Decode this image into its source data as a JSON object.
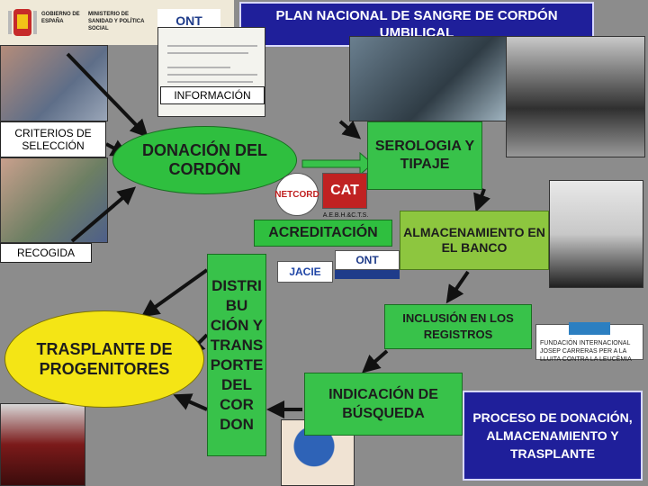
{
  "title": "PLAN NACIONAL DE SANGRE DE CORDÓN UMBILICAL",
  "labels": {
    "informacion": "INFORMACIÓN",
    "criterios": "CRITERIOS DE SELECCIÓN",
    "recogida": "RECOGIDA"
  },
  "nodes": {
    "donacion": "DONACIÓN DEL CORDÓN",
    "serologia": "SEROLOGIA Y TIPAJE",
    "acreditacion": "ACREDITACIÓN",
    "almacenamiento": "ALMACENAMIENTO EN EL BANCO",
    "distribucion": "DISTRI BU CIÓN Y TRANS PORTE DEL COR DON",
    "inclusion": "INCLUSIÓN EN LOS REGISTROS",
    "indicacion": "INDICACIÓN DE BÚSQUEDA",
    "trasplante": "TRASPLANTE DE PROGENITORES",
    "proceso": "PROCESO DE DONACIÓN, ALMACENAMIENTO Y TRASPLANTE"
  },
  "logos": {
    "gobierno": "GOBIERNO DE ESPAÑA",
    "ministerio": "MINISTERIO DE SANIDAD Y POLÍTICA SOCIAL",
    "ont": "ONT",
    "netcord": "NETCORD",
    "cat": "CAT",
    "cat_sub": "A.E.B.H.&C.T.S.",
    "jacie": "JACIE",
    "ont_small": "ONT",
    "carreras": "FUNDACIÓN INTERNACIONAL JOSEP CARRERAS PER A LA LLUITA CONTRA LA LEUCÈMIA"
  },
  "colors": {
    "background": "#8c8c8c",
    "title_bg": "#1f1f9a",
    "green": "#38c24a",
    "light_green": "#8dc63f",
    "yellow": "#f4e515"
  }
}
